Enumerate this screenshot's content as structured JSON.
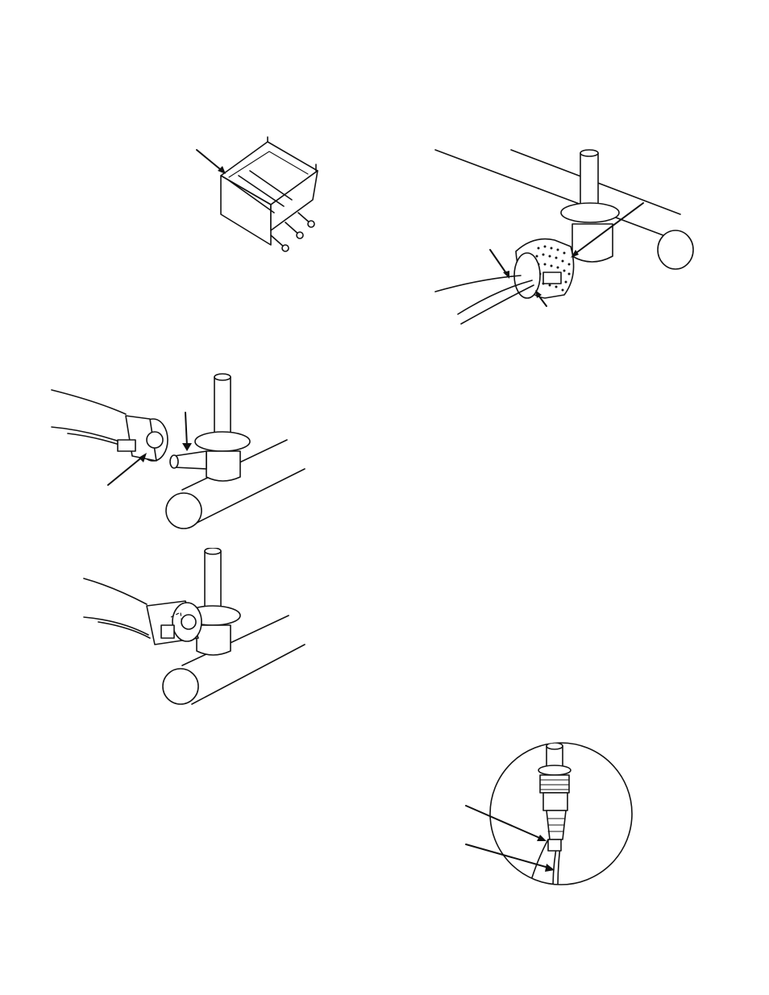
{
  "page": {
    "background": "#ffffff",
    "line_color": "#111111"
  },
  "figures": [
    {
      "name": "burner-box-illustration",
      "icon": "burner-tray-drawing"
    },
    {
      "name": "burner-tube-ignitor-illustration",
      "icon": "burner-tube-drawing"
    },
    {
      "name": "burner-venturi-detach-illustration",
      "icon": "venturi-detach-drawing"
    },
    {
      "name": "burner-venturi-attached-illustration",
      "icon": "venturi-attached-drawing"
    },
    {
      "name": "electrode-wire-closeup-illustration",
      "icon": "electrode-closeup-drawing"
    }
  ]
}
